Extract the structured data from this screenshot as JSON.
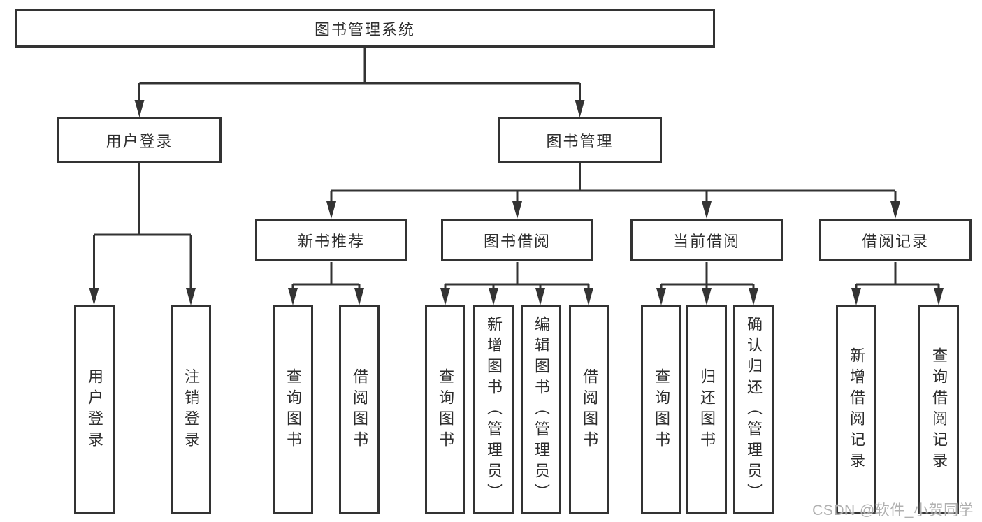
{
  "diagram": {
    "root": {
      "label": "图书管理系统",
      "children": [
        {
          "label": "用户登录",
          "children": [
            {
              "label": "用户登录"
            },
            {
              "label": "注销登录"
            }
          ]
        },
        {
          "label": "图书管理",
          "children": [
            {
              "label": "新书推荐",
              "children": [
                {
                  "label": "查询图书"
                },
                {
                  "label": "借阅图书"
                }
              ]
            },
            {
              "label": "图书借阅",
              "children": [
                {
                  "label": "查询图书"
                },
                {
                  "label": "新增图书（管理员）"
                },
                {
                  "label": "编辑图书（管理员）"
                },
                {
                  "label": "借阅图书"
                }
              ]
            },
            {
              "label": "当前借阅",
              "children": [
                {
                  "label": "查询图书"
                },
                {
                  "label": "归还图书"
                },
                {
                  "label": "确认归还（管理员）"
                }
              ]
            },
            {
              "label": "借阅记录",
              "children": [
                {
                  "label": "新增借阅记录"
                },
                {
                  "label": "查询借阅记录"
                }
              ]
            }
          ]
        }
      ]
    }
  },
  "watermark": "CSDN @软件_小贺同学",
  "colors": {
    "line": "#333333",
    "text": "#2d2d2d",
    "background": "#ffffff",
    "watermark": "#b0b0b0"
  }
}
